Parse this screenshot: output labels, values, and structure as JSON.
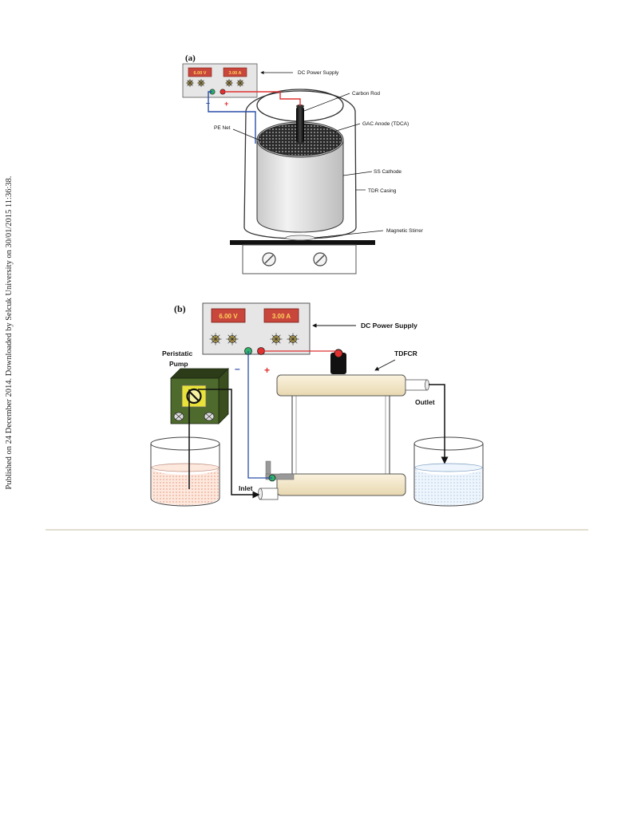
{
  "side_note": "Published on 24 December 2014. Downloaded by Selcuk University on 30/01/2015 11:36:38.",
  "panel_a": {
    "letter": "(a)",
    "voltage": "6.00  V",
    "current": "3.00  A",
    "plus": "+",
    "minus": "–",
    "labels": {
      "dc_power_supply": "DC Power Supply",
      "carbon_rod": "Carbon Rod",
      "gac_anode": "GAC Anode (TDCA)",
      "pe_net": "PE Net",
      "ss_cathode": "SS Cathode",
      "tdr_casing": "TDR Casing",
      "magnetic_stirrer": "Magnetic Stirrer"
    }
  },
  "panel_b": {
    "letter": "(b)",
    "voltage": "6.00  V",
    "current": "3.00  A",
    "plus": "+",
    "minus": "–",
    "labels": {
      "dc_power_supply": "DC Power Supply",
      "peristatic_pump_line1": "Peristatic",
      "peristatic_pump_line2": "Pump",
      "tdfcr": "TDFCR",
      "outlet": "Outlet",
      "inlet": "Inlet"
    }
  },
  "colors": {
    "display_bg": "#c8463c",
    "supply_body": "#e6e6e6",
    "wire_positive": "#e03030",
    "wire_negative": "#2a4fa8",
    "pump_body": "#4e6a2c",
    "pump_dial": "#e8e23a",
    "tube_body": "#f3e6c8",
    "feed_liquid": "#f0b8a0",
    "effluent_liquid": "#c8dcf0",
    "separator_line": "#d8d4c0"
  },
  "icons": [
    "knob-icon",
    "terminal-icon",
    "arrow-icon",
    "no-entry-dial-icon"
  ]
}
